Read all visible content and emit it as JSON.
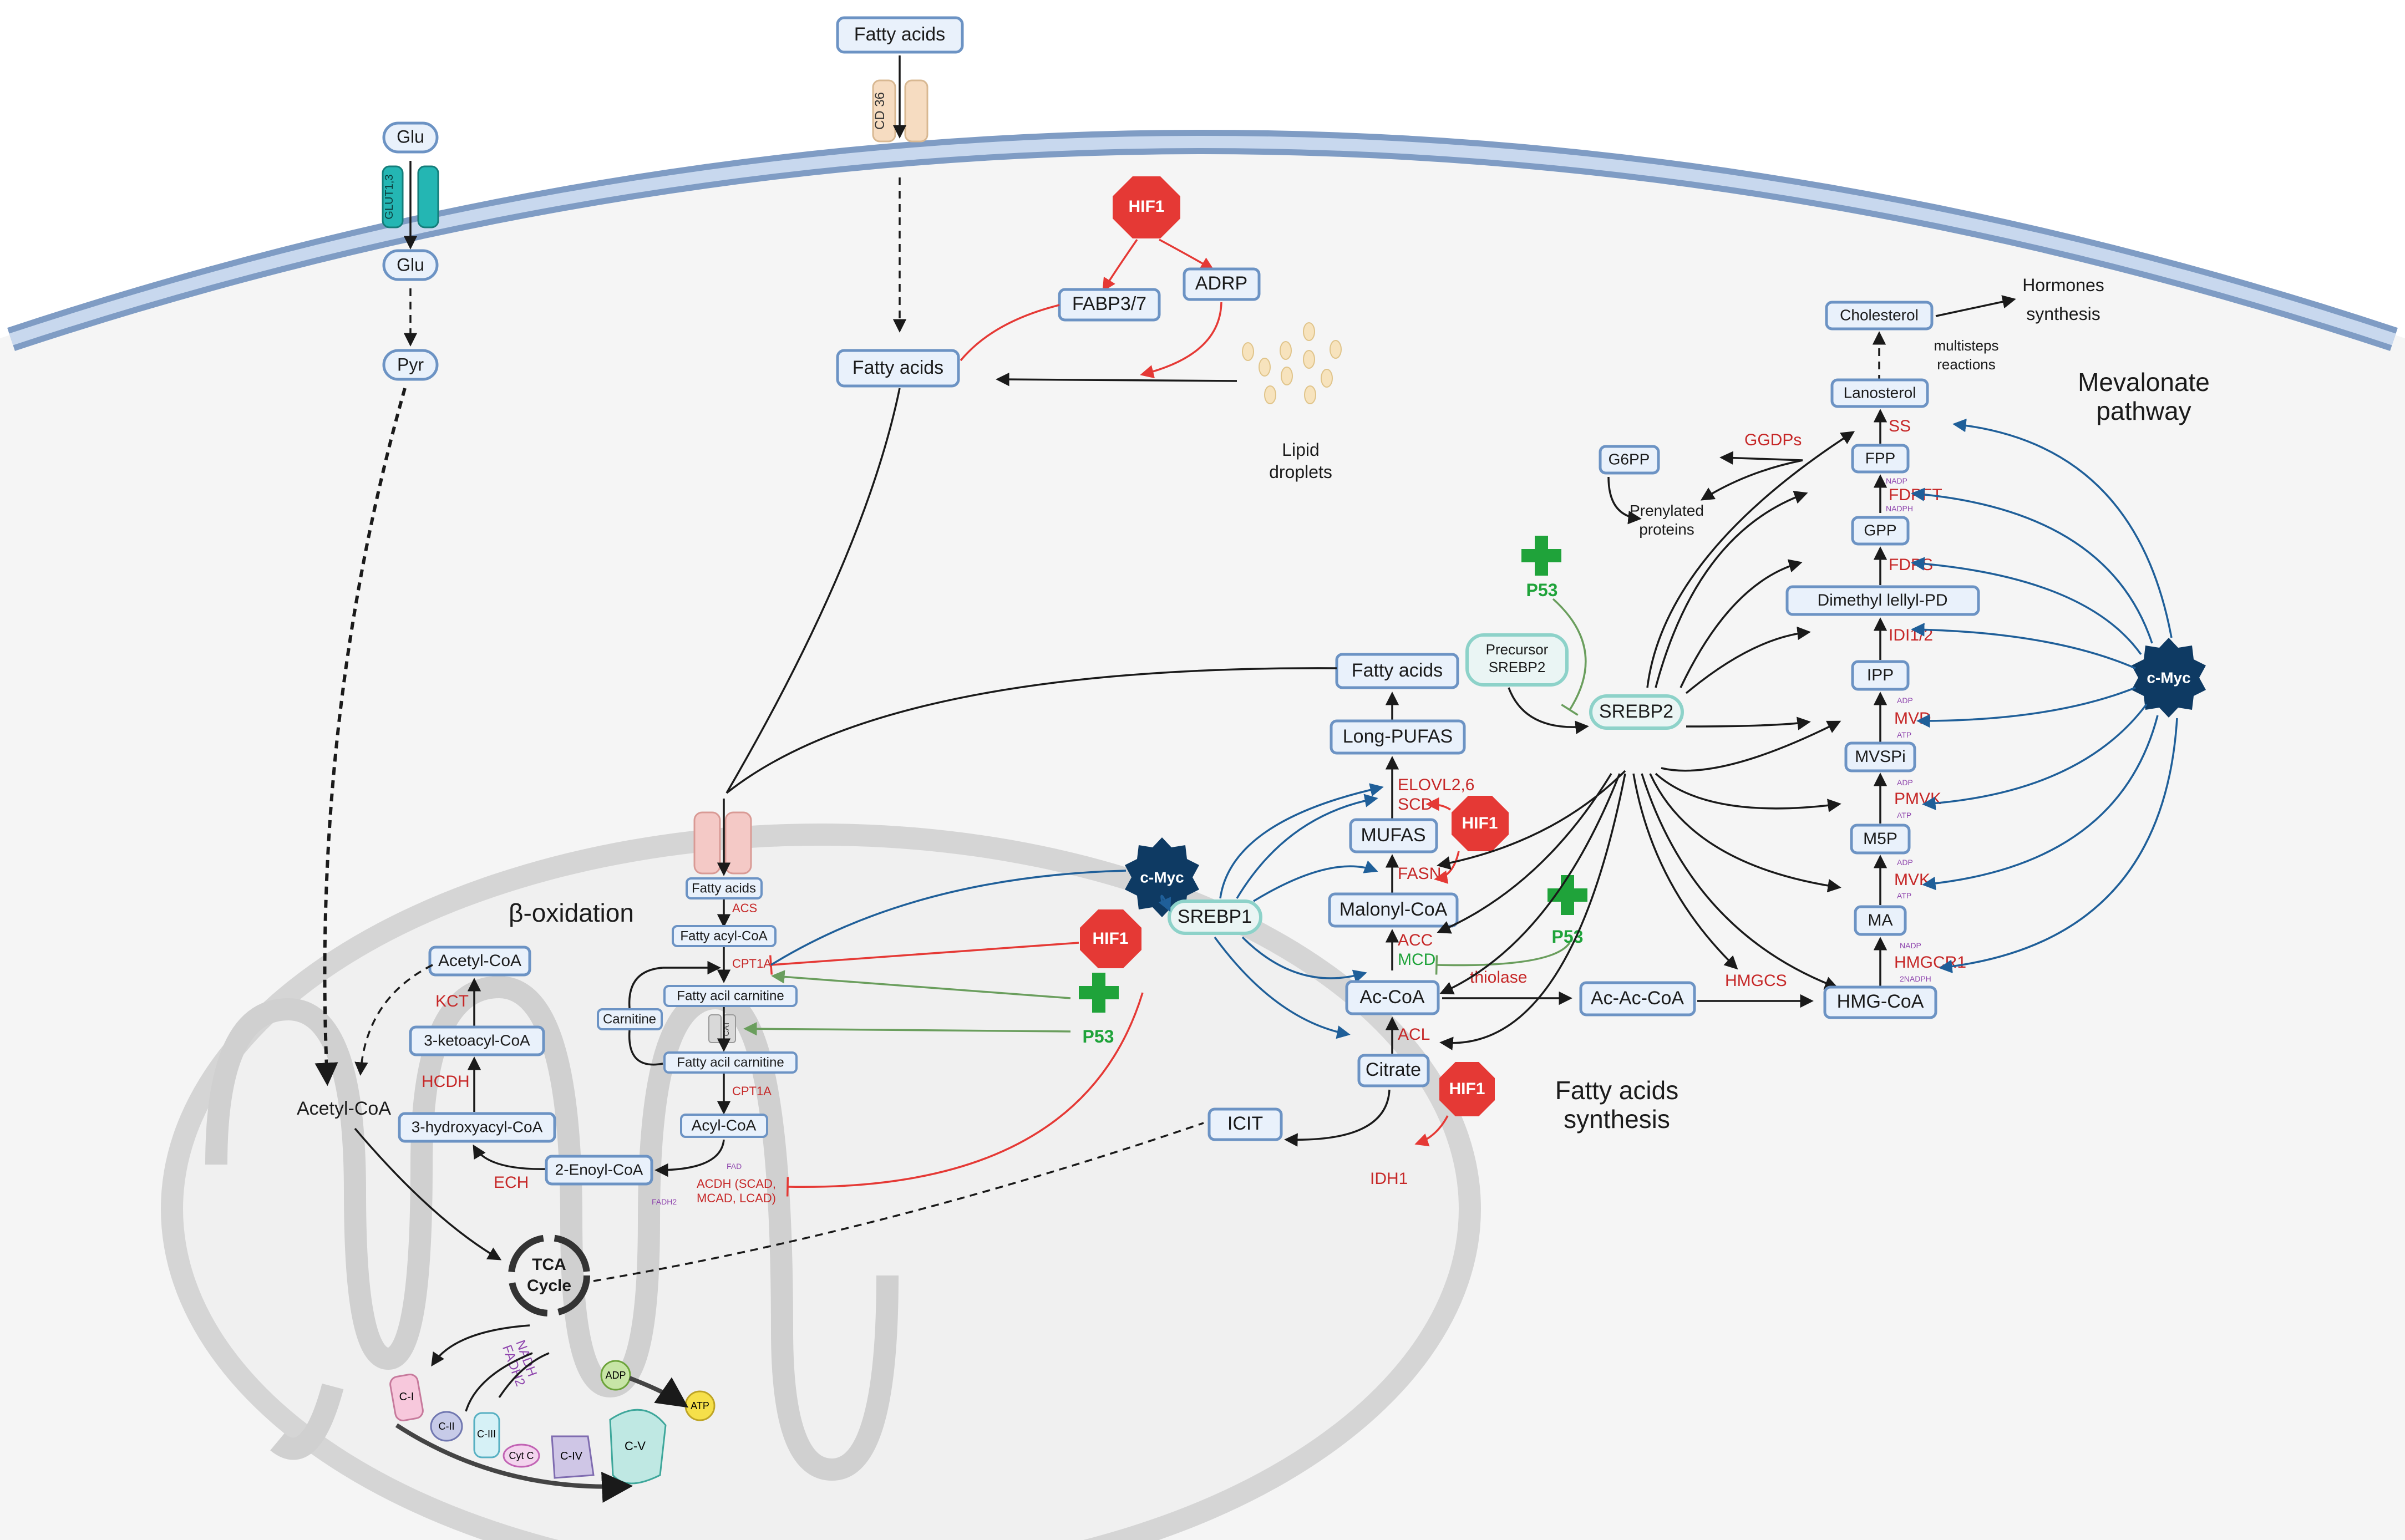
{
  "membrane": {
    "glu_out": "Glu",
    "glut": "GLUT1,3",
    "glu_in": "Glu",
    "pyr": "Pyr",
    "fa_out": "Fatty acids",
    "cd36": "CD 36",
    "fa_in": "Fatty acids",
    "fabp": "FABP3/7",
    "adrp": "ADRP",
    "lipid_droplets": "Lipid droplets"
  },
  "regulators": {
    "hif1": "HIF1",
    "cmyc": "c-Myc",
    "p53": "P53"
  },
  "mito": {
    "title": "β-oxidation",
    "acetyl_coa_out": "Acetyl-CoA",
    "acetyl_coa": "Acetyl-CoA",
    "kct": "KCT",
    "ketoacyl": "3-ketoacyl-CoA",
    "hcdh": "HCDH",
    "hydroxyacyl": "3-hydroxyacyl-CoA",
    "ech": "ECH",
    "enoyl": "2-Enoyl-CoA",
    "fad": "FAD",
    "fadh2": "FADH2",
    "acdh": "ACDH (SCAD, MCAD, LCAD)",
    "fa": "Fatty acids",
    "acs": "ACS",
    "fa_acyl": "Fatty acyl-CoA",
    "cpt1a": "CPT1A",
    "fa_carnitine1": "Fatty acil carnitine",
    "carnitine": "Carnitine",
    "cat": "CAT",
    "fa_carnitine2": "Fatty acil carnitine",
    "cpt1a_2": "CPT1A",
    "acyl_coa": "Acyl-CoA",
    "tca": "TCA Cycle",
    "nadh": "NADH FADH2",
    "ci": "C-I",
    "cii": "C-II",
    "ciii": "C-III",
    "cytc": "Cyt C",
    "civ": "C-IV",
    "cv": "C-V",
    "adp": "ADP",
    "atp": "ATP"
  },
  "fas": {
    "title": "Fatty acids synthesis",
    "srebp1": "SREBP1",
    "fatty_acids": "Fatty acids",
    "precursor": "Precursor SREBP2",
    "long_pufas": "Long-PUFAS",
    "elovl": "ELOVL2,6",
    "scd": "SCD",
    "mufas": "MUFAS",
    "fasn": "FASN",
    "malonyl": "Malonyl-CoA",
    "acc": "ACC",
    "mcd": "MCD",
    "ac_coa": "Ac-CoA",
    "acl": "ACL",
    "citrate": "Citrate",
    "idh1": "IDH1",
    "icit": "ICIT",
    "thiolase": "thiolase",
    "ac_ac_coa": "Ac-Ac-CoA",
    "hmgcs": "HMGCS"
  },
  "mev": {
    "title": "Mevalonate pathway",
    "srebp2": "SREBP2",
    "hormones": "Hormones synthesis",
    "cholesterol": "Cholesterol",
    "multisteps": "multisteps reactions",
    "lanosterol": "Lanosterol",
    "ss": "SS",
    "ggdps": "GGDPs",
    "g6pp": "G6PP",
    "fpp": "FPP",
    "prenylated": "Prenylated proteins",
    "fdpft": "FDPFT",
    "nadp1": "NADP",
    "nadph1": "NADPH",
    "gpp": "GPP",
    "fdps": "FDPS",
    "dmapp": "Dimethyl lellyl-PD",
    "idi": "IDI1/2",
    "ipp": "IPP",
    "mvd": "MVD",
    "adp1": "ADP",
    "atp1": "ATP",
    "mvspi": "MVSPi",
    "pmvk": "PMVK",
    "adp2": "ADP",
    "atp2": "ATP",
    "m5p": "M5P",
    "mvk": "MVK",
    "adp3": "ADP",
    "atp3": "ATP",
    "ma": "MA",
    "hmgcr1": "HMGCR1",
    "nadp2": "NADP",
    "nadph2": "2NADPH",
    "hmg_coa": "HMG-CoA"
  }
}
